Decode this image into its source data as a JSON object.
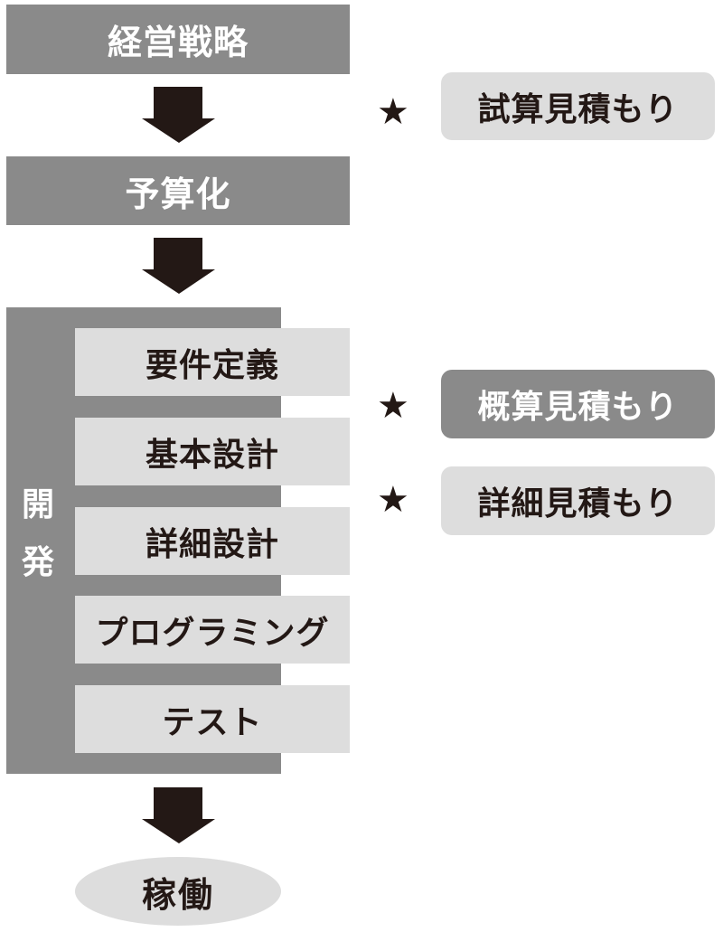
{
  "flow": {
    "strategy": "経営戦略",
    "budgeting": "予算化",
    "development": {
      "label_chars": [
        "開",
        "発"
      ],
      "phases": [
        "要件定義",
        "基本設計",
        "詳細設計",
        "プログラミング",
        "テスト"
      ]
    },
    "operation": "稼働"
  },
  "estimates": {
    "star_icon": "★",
    "items": [
      {
        "label": "試算見積もり",
        "style": "light"
      },
      {
        "label": "概算見積もり",
        "style": "dark"
      },
      {
        "label": "詳細見積もり",
        "style": "light"
      }
    ]
  },
  "colors": {
    "dark_gray": "#8a8a8a",
    "light_gray": "#dddddd",
    "arrow": "#231815",
    "text_dark": "#231815"
  }
}
